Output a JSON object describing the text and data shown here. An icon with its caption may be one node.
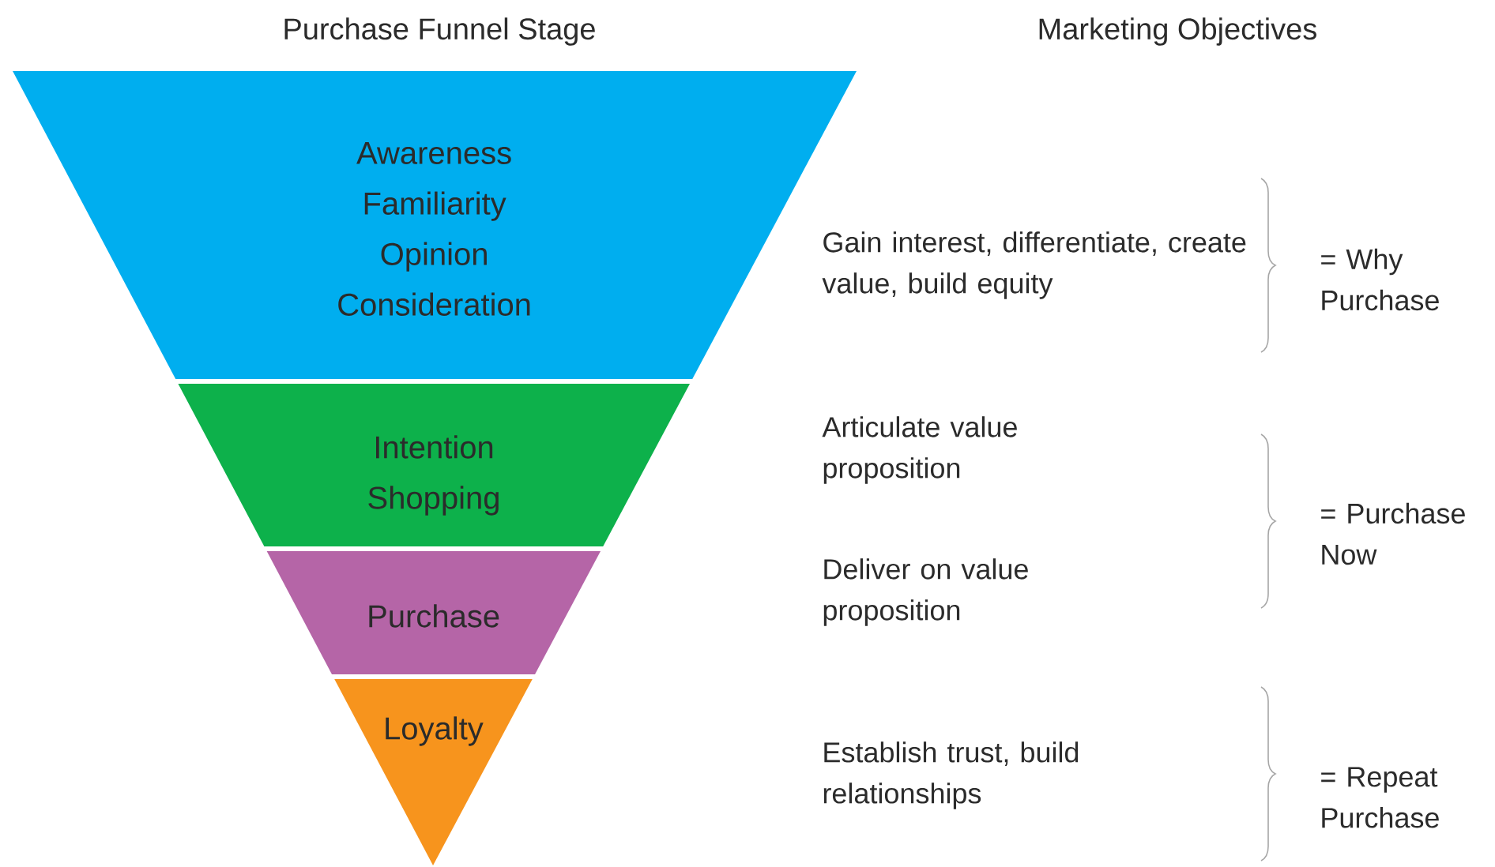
{
  "diagram": {
    "nodes": [
      {
        "text": [
          "Awareness",
          "Familiarity",
          "Opinion",
          "Consideration"
        ]
      },
      {
        "text": [
          "Intention",
          "Shopping"
        ]
      },
      {
        "text": [
          "Purchase"
        ]
      },
      {
        "text": [
          "Loyalty"
        ]
      }
    ],
    "labels": [
      "Purchase Funnel Stage",
      "Marketing Objectives",
      "Gain interest, differentiate, create value, build equity",
      "= Why Purchase",
      "Articulate value proposition",
      "= Purchase Now",
      "Deliver on value proposition",
      "Establish trust, build relationships",
      "= Repeat Purchase"
    ]
  }
}
